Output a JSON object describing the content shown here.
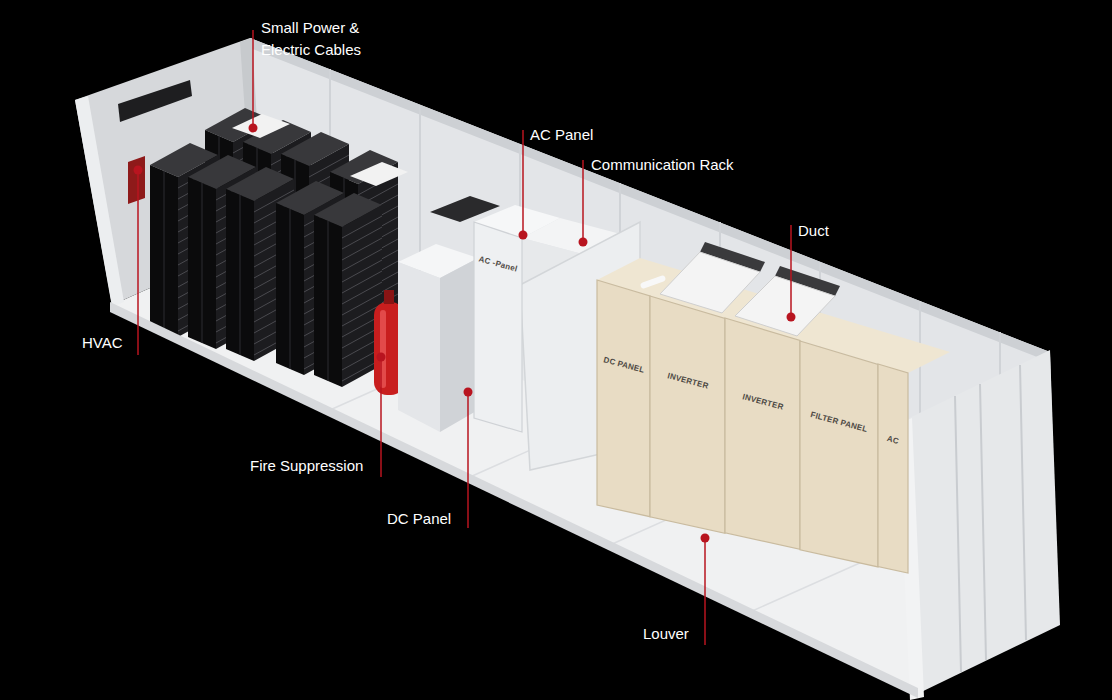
{
  "diagram": {
    "nodes": [
      {
        "text": [
          "AC -Panel"
        ]
      },
      {
        "text": [
          "DC PANEL"
        ]
      },
      {
        "text": [
          "INVERTER"
        ]
      },
      {
        "text": [
          "INVERTER"
        ]
      },
      {
        "text": [
          "FILTER PANEL"
        ]
      },
      {
        "text": [
          "AC"
        ]
      }
    ],
    "labels": [
      "Small Power & Electric Cables",
      "AC Panel",
      "Communication Rack",
      "Duct",
      "HVAC",
      "Fire Suppression",
      "DC Panel",
      "Louver"
    ]
  }
}
